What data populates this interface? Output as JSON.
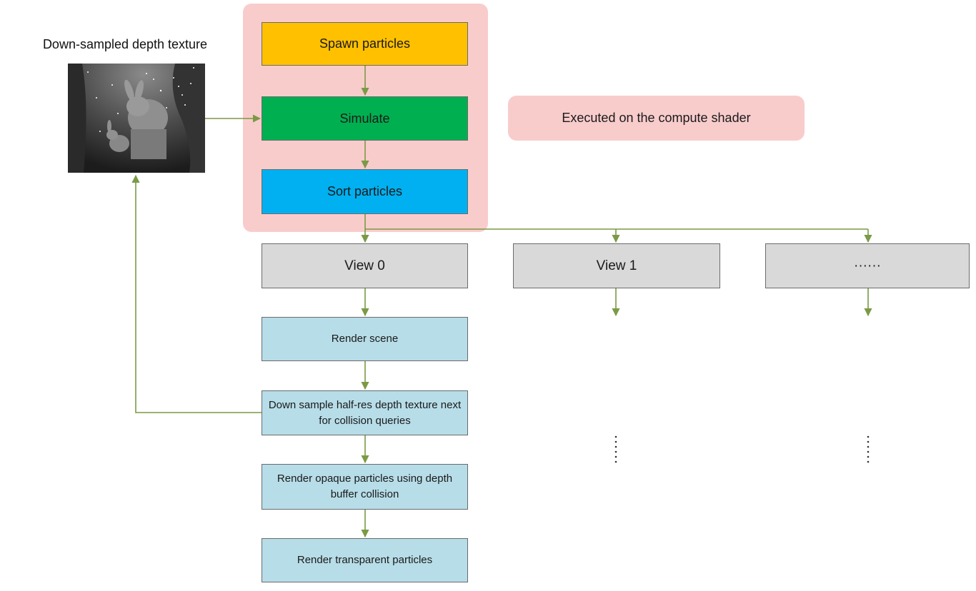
{
  "texture": {
    "label": "Down-sampled depth texture"
  },
  "compute": {
    "spawn": "Spawn particles",
    "simulate": "Simulate",
    "sort": "Sort particles",
    "note": "Executed on the compute shader"
  },
  "views": [
    "View 0",
    "View 1",
    "······"
  ],
  "render_steps": {
    "scene": "Render scene",
    "downsample": "Down sample half-res depth texture next for collision queries",
    "opaque": "Render opaque particles using depth buffer collision",
    "transparent": "Render transparent particles"
  },
  "colors": {
    "spawn": "#ffc000",
    "simulate": "#00b050",
    "sort": "#00b0f0",
    "view": "#d9d9d9",
    "render_step": "#b7dde8",
    "compute_region": "#f9cccc",
    "arrow": "#7a9a45"
  }
}
